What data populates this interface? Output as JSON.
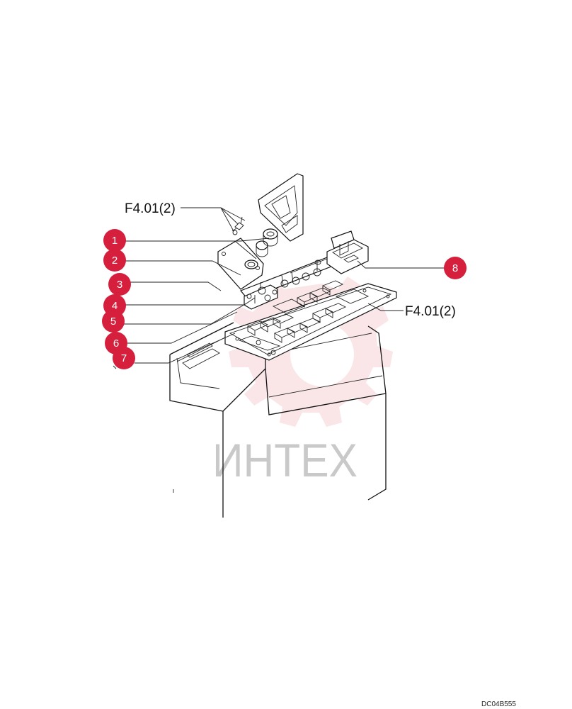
{
  "references": [
    {
      "id": "ref-top",
      "text": "F4.01(2)"
    },
    {
      "id": "ref-right",
      "text": "F4.01(2)"
    }
  ],
  "callouts": [
    "1",
    "2",
    "3",
    "4",
    "5",
    "6",
    "7",
    "8"
  ],
  "watermark": {
    "text": "ИНТЕХ",
    "color": "#f2b8bd"
  },
  "drawing_code": "DC04B555",
  "colors": {
    "callout": "#d61f3c",
    "line": "#111111",
    "background": "#ffffff"
  }
}
